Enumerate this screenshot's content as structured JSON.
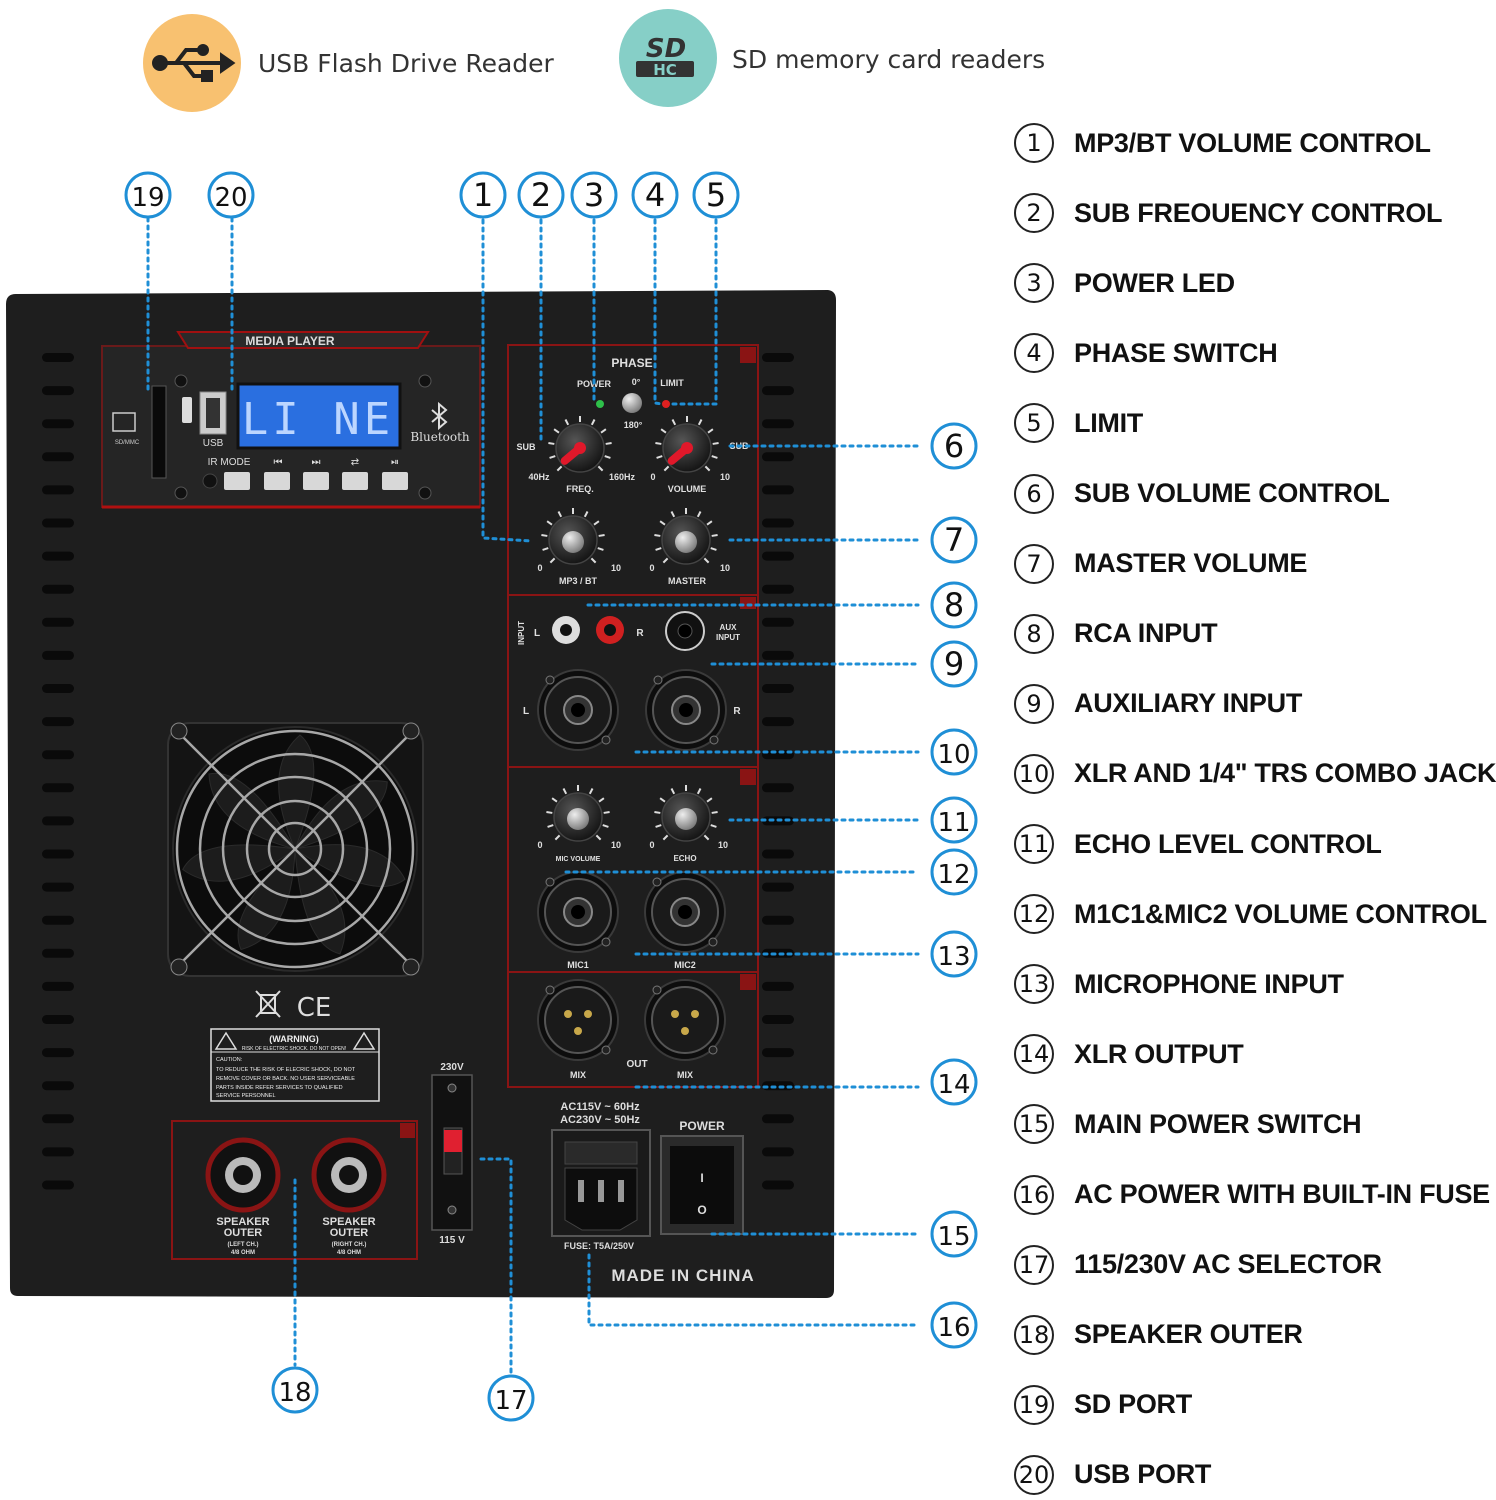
{
  "header": {
    "usb_text": "USB  Flash Drive Reader",
    "sd_text": "SD memory card readers",
    "sd_logo_top": "SD",
    "sd_logo_bottom": "HC"
  },
  "legend": [
    {
      "num": "1",
      "label": "MP3/BT VOLUME CONTROL"
    },
    {
      "num": "2",
      "label": "SUB FREOUENCY CONTROL"
    },
    {
      "num": "3",
      "label": "POWER LED"
    },
    {
      "num": "4",
      "label": "PHASE SWITCH"
    },
    {
      "num": "5",
      "label": "LIMIT"
    },
    {
      "num": "6",
      "label": "SUB VOLUME CONTROL"
    },
    {
      "num": "7",
      "label": "MASTER VOLUME"
    },
    {
      "num": "8",
      "label": "RCA INPUT"
    },
    {
      "num": "9",
      "label": "AUXILIARY INPUT"
    },
    {
      "num": "10",
      "label": "XLR AND 1/4\" TRS COMBO JACK"
    },
    {
      "num": "11",
      "label": "ECHO LEVEL CONTROL"
    },
    {
      "num": "12",
      "label": "M1C1&MIC2 VOLUME CONTROL"
    },
    {
      "num": "13",
      "label": "MICROPHONE INPUT"
    },
    {
      "num": "14",
      "label": "XLR OUTPUT"
    },
    {
      "num": "15",
      "label": "MAIN POWER SWITCH"
    },
    {
      "num": "16",
      "label": "AC POWER WITH BUILT-IN FUSE"
    },
    {
      "num": "17",
      "label": "115/230V AC SELECTOR"
    },
    {
      "num": "18",
      "label": "SPEAKER OUTER"
    },
    {
      "num": "19",
      "label": "SD PORT"
    },
    {
      "num": "20",
      "label": "USB PORT"
    }
  ],
  "callouts": {
    "c1": "1",
    "c2": "2",
    "c3": "3",
    "c4": "4",
    "c5": "5",
    "c6": "6",
    "c7": "7",
    "c8": "8",
    "c9": "9",
    "c10": "10",
    "c11": "11",
    "c12": "12",
    "c13": "13",
    "c14": "14",
    "c15": "15",
    "c16": "16",
    "c17": "17",
    "c18": "18",
    "c19": "19",
    "c20": "20"
  },
  "panel": {
    "media_player": "MEDIA PLAYER",
    "lcd_text": "LI NE",
    "sd_label": "SD/MMC",
    "usb_label": "USB",
    "bluetooth": "Bluetooth",
    "ir_mode": "IR MODE",
    "btn_prev": "⏮",
    "btn_next": "⏭",
    "btn_repeat": "⇄",
    "btn_play": "⏯",
    "phase": "PHASE",
    "power": "POWER",
    "limit": "LIMIT",
    "deg0": "0°",
    "deg180": "180°",
    "sub_left": "SUB",
    "sub_right": "SUB",
    "hz40": "40Hz",
    "hz160": "160Hz",
    "freq": "FREQ.",
    "volume": "VOLUME",
    "zero": "0",
    "ten": "10",
    "mp3bt": "MP3 / BT",
    "master": "MASTER",
    "input": "INPUT",
    "ch_l": "L",
    "ch_r": "R",
    "aux": "AUX",
    "aux_input": "INPUT",
    "mic_volume": "MIC VOLUME",
    "echo": "ECHO",
    "mic1": "MIC1",
    "mic2": "MIC2",
    "mix": "MIX",
    "out": "OUT",
    "warning_title": "(WARNING)",
    "warning_sub": "RISK OF ELECTRIC SHOCK. DO NOT OPEN!",
    "caution": "CAUTION:",
    "caution_1": "TO REDUCE THE RISK OF ELECRIC SHOCK, DO NOT",
    "caution_2": "REMOVE COVER OR BACK. NO USER SERVICEABLE",
    "caution_3": "PARTS INSIDE REFER SERVICES TO QUALIFIED",
    "caution_4": "SERVICE PERSONNEL",
    "ce": "CE",
    "v230": "230V",
    "v115": "115 V",
    "ac1": "AC115V ~ 60Hz",
    "ac2": "AC230V ~ 50Hz",
    "power_sw": "POWER",
    "sw_on": "I",
    "sw_off": "O",
    "fuse": "FUSE: T5A/250V",
    "made_in": "MADE IN CHINA",
    "spk": "SPEAKER",
    "outer": "OUTER",
    "left_ch": "(LEFT CH.)",
    "right_ch": "(RIGHT CH.)",
    "ohm": "4/8 OHM"
  }
}
